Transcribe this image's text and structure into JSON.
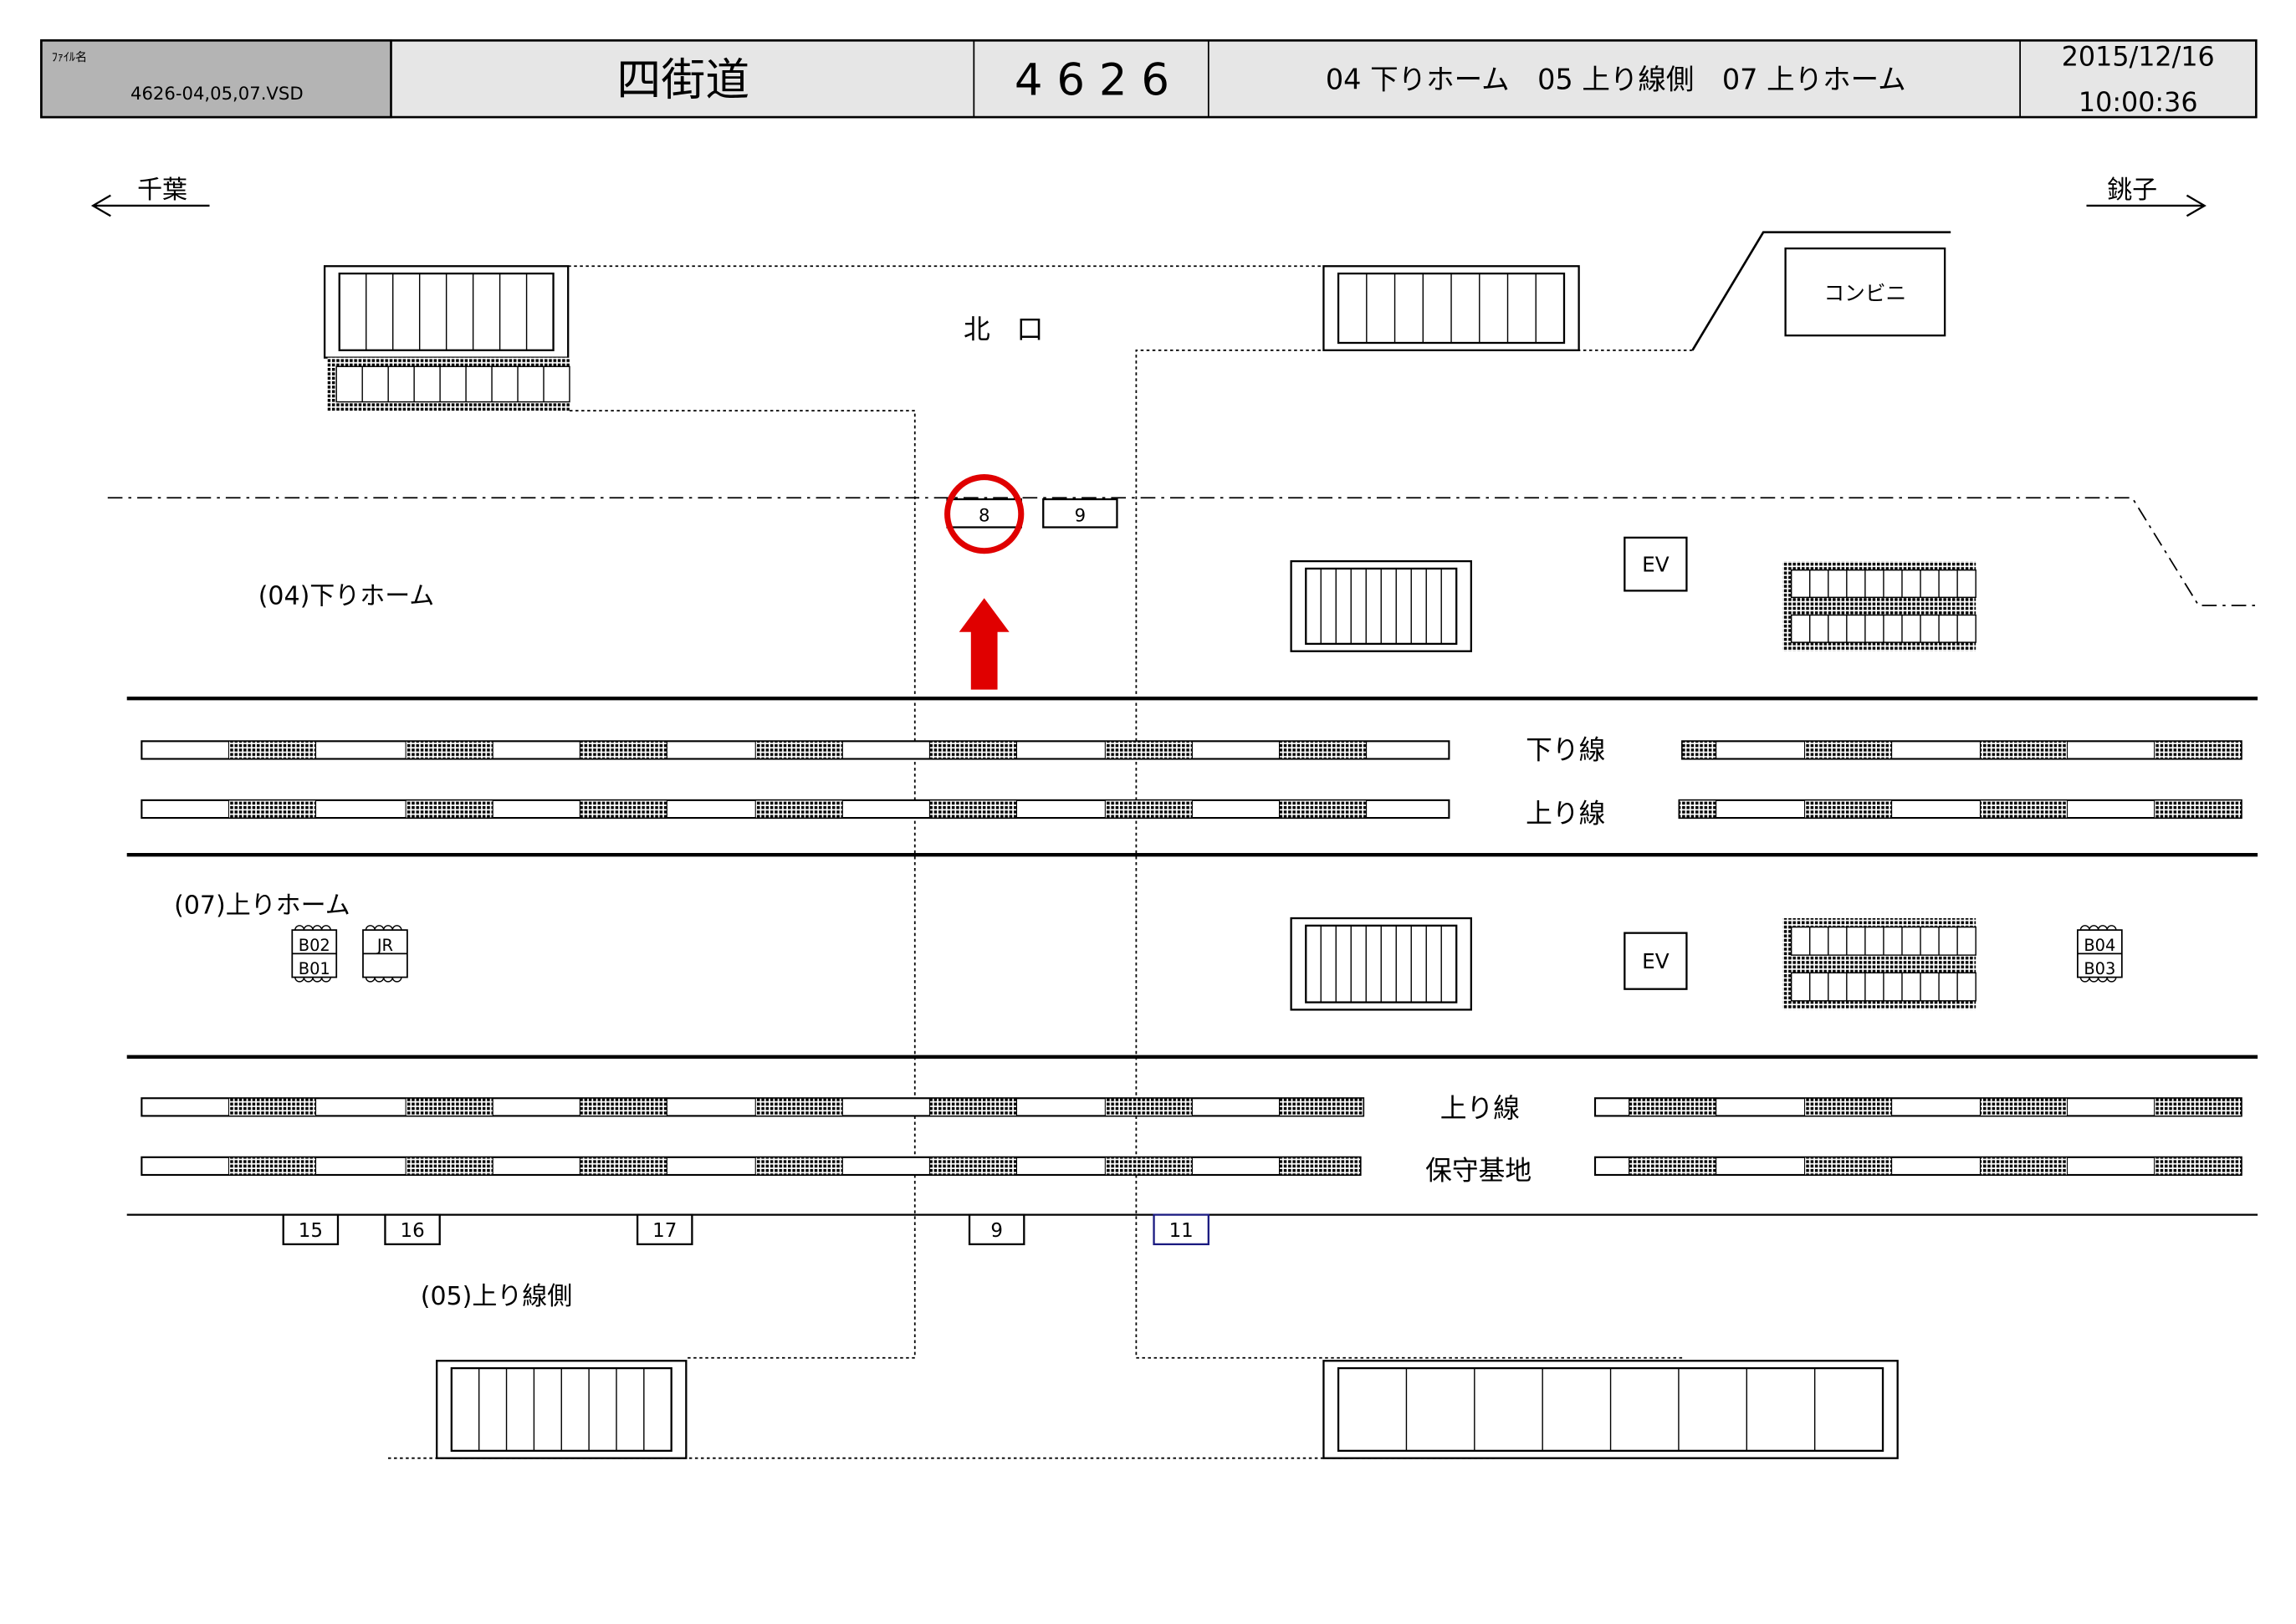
{
  "header": {
    "file_label": "ﾌｧｲﾙ名",
    "file_name": "4626-04,05,07.VSD",
    "station_name": "四街道",
    "station_code": "4 6 2 6",
    "platforms": "04 下りホーム　05 上り線側　07 上りホーム",
    "date": "2015/12/16",
    "time": "10:00:36"
  },
  "directions": {
    "left": "千葉",
    "right": "銚子"
  },
  "labels": {
    "north_exit": "北　口",
    "convenience_store": "コンビニ",
    "platform_04": "(04)下りホーム",
    "platform_07": "(07)上りホーム",
    "platform_05": "(05)上り線側",
    "track_down": "下り線",
    "track_up_1": "上り線",
    "track_up_2": "上り線",
    "depot": "保守基地",
    "ev_1": "EV",
    "ev_2": "EV"
  },
  "markers": {
    "top": [
      "8",
      "9"
    ],
    "bottom": [
      "15",
      "16",
      "17",
      "9",
      "11"
    ],
    "left_box_top": "B02",
    "left_box_bottom": "B01",
    "jr_box": "JR",
    "right_box_top": "B04",
    "right_box_bottom": "B03"
  },
  "colors": {
    "highlight": "#e00000",
    "marker_11": "#1a1a80",
    "header_bg": "#e6e6e6",
    "file_bg": "#b4b4b4"
  }
}
